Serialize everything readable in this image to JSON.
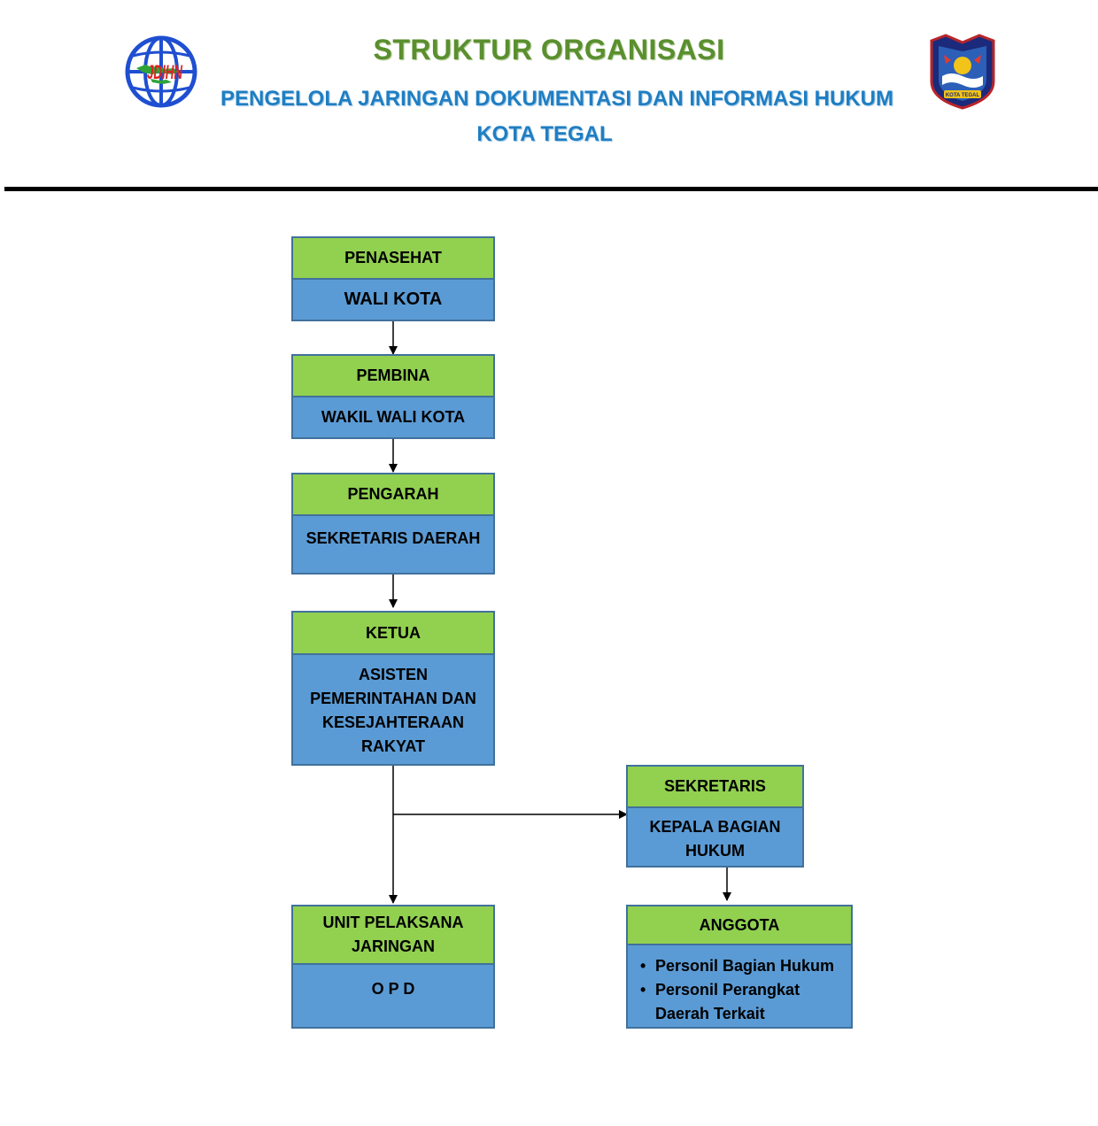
{
  "header": {
    "title": "STRUKTUR ORGANISASI",
    "subtitle": "PENGELOLA JARINGAN DOKUMENTASI DAN INFORMASI HUKUM",
    "subtitle2": "KOTA TEGAL",
    "logo_left_text": "JDIHN",
    "logo_right_text": "KOTA TEGAL"
  },
  "nodes": {
    "penasehat": {
      "role": "PENASEHAT",
      "holder": "WALI KOTA"
    },
    "pembina": {
      "role": "PEMBINA",
      "holder": "WAKIL WALI KOTA"
    },
    "pengarah": {
      "role": "PENGARAH",
      "holder": "SEKRETARIS DAERAH"
    },
    "ketua": {
      "role": "KETUA",
      "holder_lines": [
        "ASISTEN",
        "PEMERINTAHAN DAN",
        "KESEJAHTERAAN",
        "RAKYAT"
      ]
    },
    "sekretaris": {
      "role": "SEKRETARIS",
      "holder_lines": [
        "KEPALA BAGIAN",
        "HUKUM"
      ]
    },
    "unit": {
      "role_lines": [
        "UNIT PELAKSANA",
        "JARINGAN"
      ],
      "holder": "O P D"
    },
    "anggota": {
      "role": "ANGGOTA",
      "members": [
        {
          "lines": [
            "Personil Bagian Hukum"
          ]
        },
        {
          "lines": [
            "Personil Perangkat",
            "Daerah Terkait"
          ]
        }
      ]
    }
  },
  "colors": {
    "title": "#5a8f2e",
    "subtitle": "#1f7ec2",
    "role_fill": "#92d050",
    "holder_fill": "#5b9bd5",
    "border": "#41719c"
  }
}
